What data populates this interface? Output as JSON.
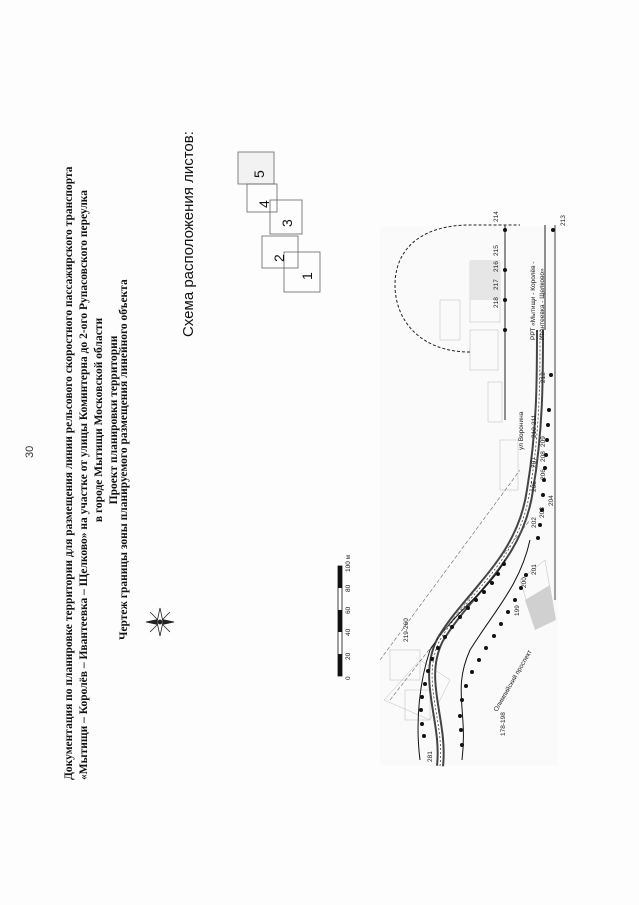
{
  "page_number": "30",
  "title_lines": [
    "Документация по планировке территории для размещения линии рельсового скоростного пассажирского транспорта",
    "«Мытищи – Королёв – Ивантеевка – Щелково» на участке от улицы Коминтерна до 2-ого Рупасовского переулка",
    "в городе Мытищи Московской области",
    "Проект планировки территории"
  ],
  "subtitle": "Чертеж границы зоны планируемого размещения линейного объекта",
  "scheme_label": "Схема расположения листов:",
  "sheet_numbers": [
    "1",
    "2",
    "3",
    "4",
    "5"
  ],
  "scale_bar": {
    "ticks": [
      "0",
      "20",
      "40",
      "60",
      "80",
      "100 м"
    ]
  },
  "streets": {
    "voronina": "ул Воронина",
    "olimpiyskiy": "Олимпийский проспект",
    "rail": "РРТ «Мытищи - Королёв -",
    "rail2": "Ивантеевка - Щелково»"
  },
  "point_labels": [
    "281",
    "219-260",
    "178-198",
    "199",
    "200",
    "201",
    "202",
    "203",
    "204",
    "205",
    "206",
    "207",
    "208",
    "209",
    "210",
    "211",
    "212",
    "213",
    "214",
    "215",
    "216",
    "217",
    "218"
  ]
}
